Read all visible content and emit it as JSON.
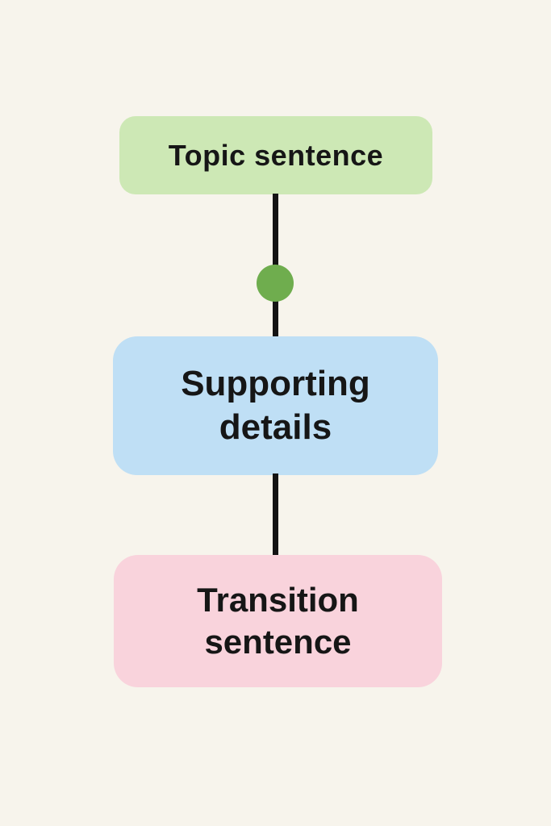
{
  "diagram": {
    "background": "#f7f4ec",
    "connector_color": "#141414",
    "dot_color": "#6fad4e",
    "nodes": [
      {
        "id": "topic-sentence",
        "label": "Topic sentence",
        "bg": "#cde8b5"
      },
      {
        "id": "supporting-details",
        "label": "Supporting details",
        "bg": "#bfdff5"
      },
      {
        "id": "transition-sentence",
        "label": "Transition sentence",
        "bg": "#f9d3dc"
      }
    ]
  }
}
